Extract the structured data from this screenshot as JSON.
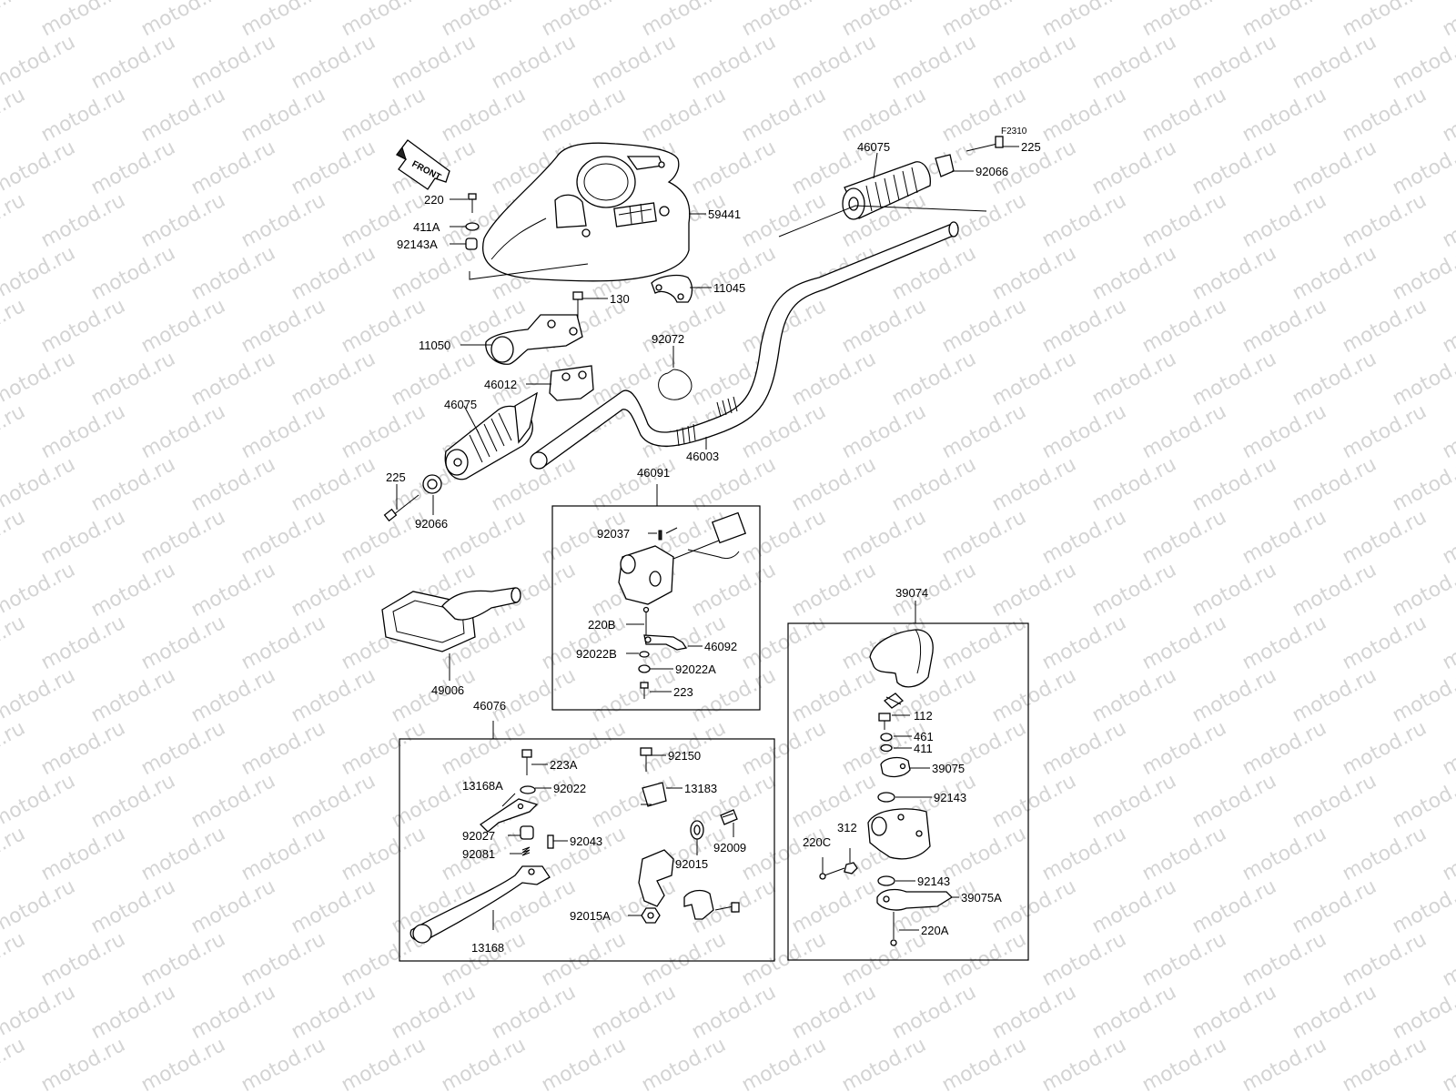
{
  "watermark": "motod.ru",
  "front_arrow": "FRONT",
  "ref_code": "F2310",
  "labels": {
    "p220": "220",
    "p411A": "411A",
    "p92143A": "92143A",
    "p59441": "59441",
    "p46075_r": "46075",
    "p225_r": "225",
    "p92066_r": "92066",
    "p11045": "11045",
    "p130": "130",
    "p11050": "11050",
    "p92072": "92072",
    "p46012": "46012",
    "p46075_l": "46075",
    "p46003": "46003",
    "p225_l": "225",
    "p92066_l": "92066",
    "p46091": "46091",
    "p92037": "92037",
    "p220B": "220B",
    "p46092": "46092",
    "p92022B": "92022B",
    "p92022A": "92022A",
    "p223": "223",
    "p49006": "49006",
    "p46076": "46076",
    "p223A": "223A",
    "p13168A": "13168A",
    "p92022": "92022",
    "p92027": "92027",
    "p92043": "92043",
    "p92081": "92081",
    "p13168": "13168",
    "p92150": "92150",
    "p13183": "13183",
    "p92009": "92009",
    "p92015": "92015",
    "p92015A": "92015A",
    "p39074": "39074",
    "p112": "112",
    "p461": "461",
    "p411": "411",
    "p39075": "39075",
    "p92143_1": "92143",
    "p312": "312",
    "p220C": "220C",
    "p92143_2": "92143",
    "p39075A": "39075A",
    "p220A": "220A"
  }
}
